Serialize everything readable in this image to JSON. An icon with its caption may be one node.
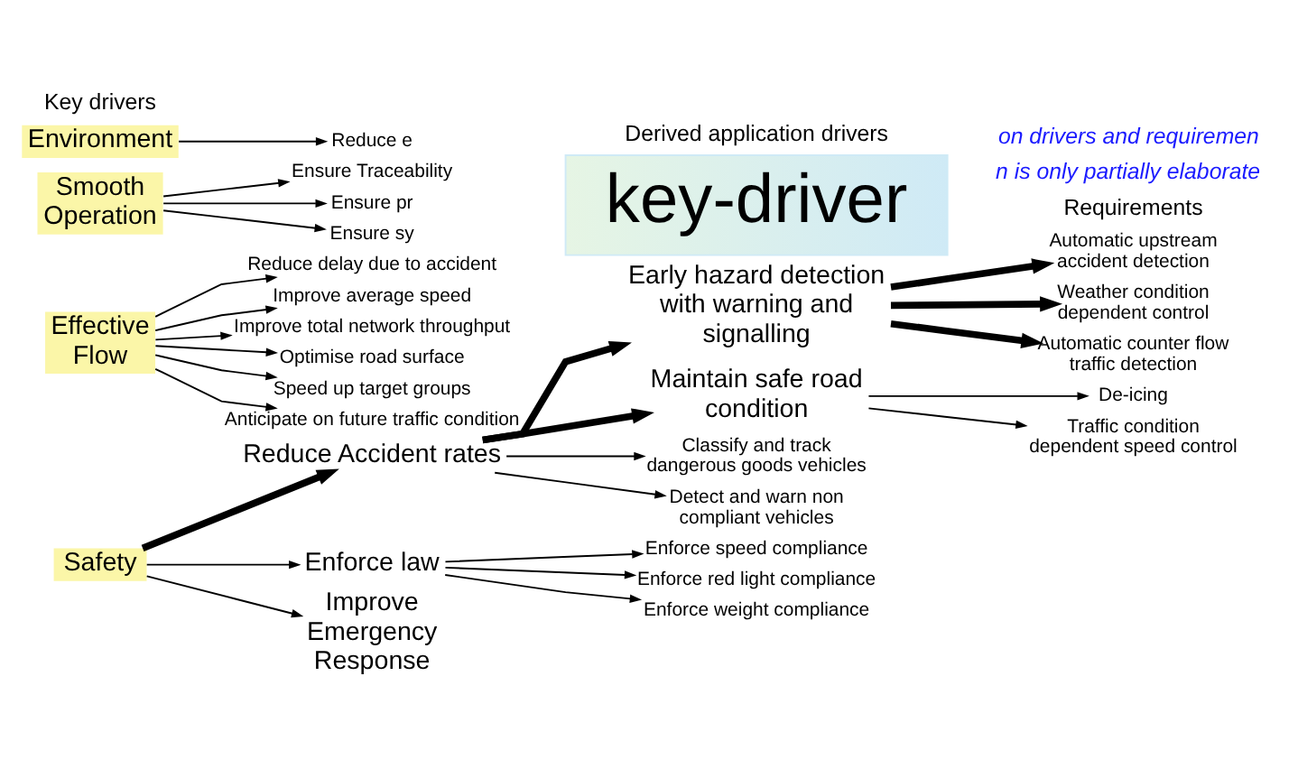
{
  "diagram": {
    "nodes": [
      {
        "text": [
          "Safety"
        ]
      },
      {
        "text": [
          "Reduce Accident rates"
        ]
      },
      {
        "text": [
          "Enforce law"
        ]
      },
      {
        "text": [
          "Improve Emergency Response"
        ]
      },
      {
        "text": [
          "Effective Flow"
        ]
      },
      {
        "text": [
          "Reduce delay due to accident"
        ]
      },
      {
        "text": [
          "Improve average speed"
        ]
      },
      {
        "text": [
          "Improve total network throughput"
        ]
      },
      {
        "text": [
          "Optimise road surface"
        ]
      },
      {
        "text": [
          "Speed up target groups"
        ]
      },
      {
        "text": [
          "Anticipate on future traffic condition"
        ]
      },
      {
        "text": [
          "Smooth Operation"
        ]
      },
      {
        "text": [
          "Ensure Traceability"
        ]
      },
      {
        "text": [
          "Ensure pr"
        ]
      },
      {
        "text": [
          "Ensure sy"
        ]
      },
      {
        "text": [
          "Environment"
        ]
      },
      {
        "text": [
          "Reduce e"
        ]
      },
      {
        "text": [
          "Early hazard detection with warning and signalling"
        ]
      },
      {
        "text": [
          "Maintain safe road condition"
        ]
      },
      {
        "text": [
          "Classify and track dangerous goods vehicles"
        ]
      },
      {
        "text": [
          "Detect and warn non compliant vehicles"
        ]
      },
      {
        "text": [
          "Enforce speed compliance"
        ]
      },
      {
        "text": [
          "Enforce red light compliance"
        ]
      },
      {
        "text": [
          "Enforce weight compliance"
        ]
      },
      {
        "text": [
          "Automatic upstream accident detection"
        ]
      },
      {
        "text": [
          "Weather condition dependent control"
        ]
      },
      {
        "text": [
          "Automatic counter flow traffic detection"
        ]
      },
      {
        "text": [
          "De-icing"
        ]
      },
      {
        "text": [
          "Traffic condition dependent speed control"
        ]
      },
      {
        "text": [
          "key-driver"
        ]
      }
    ],
    "edges": [
      {
        "from": 0,
        "to": 1,
        "arrow": "to",
        "style": "thick"
      },
      {
        "from": 0,
        "to": 2,
        "arrow": "to"
      },
      {
        "from": 0,
        "to": 3,
        "arrow": "to"
      },
      {
        "from": 4,
        "to": 5,
        "arrow": "to"
      },
      {
        "from": 4,
        "to": 6,
        "arrow": "to"
      },
      {
        "from": 4,
        "to": 7,
        "arrow": "to"
      },
      {
        "from": 4,
        "to": 8,
        "arrow": "to"
      },
      {
        "from": 4,
        "to": 9,
        "arrow": "to"
      },
      {
        "from": 4,
        "to": 10,
        "arrow": "to"
      },
      {
        "from": 11,
        "to": 12,
        "arrow": "to"
      },
      {
        "from": 11,
        "to": 13,
        "arrow": "to"
      },
      {
        "from": 11,
        "to": 14,
        "arrow": "to"
      },
      {
        "from": 15,
        "to": 16,
        "arrow": "to"
      },
      {
        "from": 1,
        "to": 17,
        "arrow": "to",
        "style": "thick"
      },
      {
        "from": 1,
        "to": 18,
        "arrow": "to",
        "style": "thick"
      },
      {
        "from": 1,
        "to": 19,
        "arrow": "to"
      },
      {
        "from": 1,
        "to": 20,
        "arrow": "to"
      },
      {
        "from": 2,
        "to": 21,
        "arrow": "to"
      },
      {
        "from": 2,
        "to": 22,
        "arrow": "to"
      },
      {
        "from": 2,
        "to": 23,
        "arrow": "to"
      },
      {
        "from": 17,
        "to": 24,
        "arrow": "to",
        "style": "thick"
      },
      {
        "from": 17,
        "to": 25,
        "arrow": "to",
        "style": "thick"
      },
      {
        "from": 17,
        "to": 26,
        "arrow": "to",
        "style": "thick"
      },
      {
        "from": 18,
        "to": 27,
        "arrow": "to"
      },
      {
        "from": 18,
        "to": 28,
        "arrow": "to"
      }
    ],
    "labels": [
      "Key drivers",
      "Derived application drivers",
      "Requirements",
      "n is only partially elaborate",
      "on drivers and requiremen"
    ]
  }
}
